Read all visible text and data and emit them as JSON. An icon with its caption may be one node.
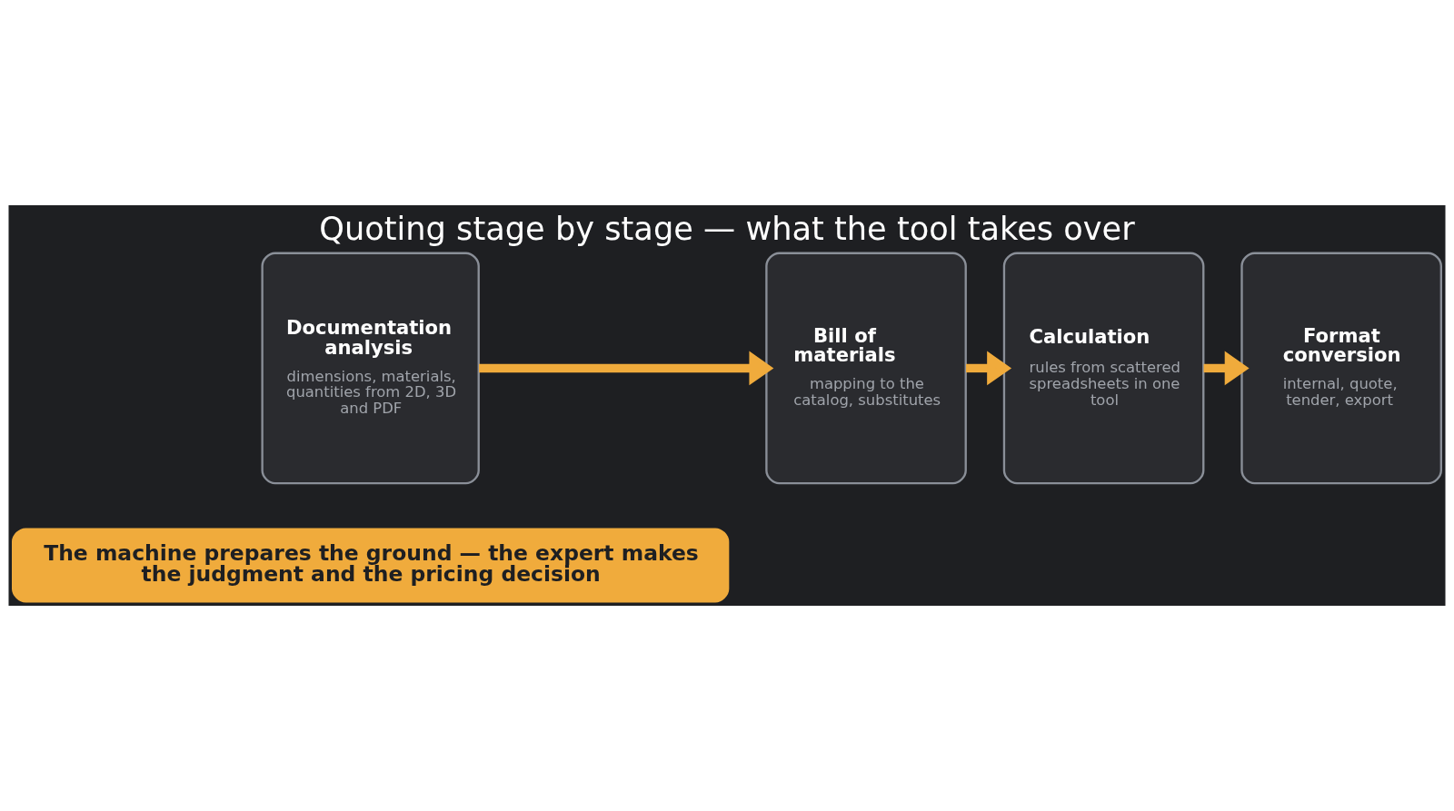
{
  "diagram": {
    "title": "Quoting stage by stage — what the tool takes over",
    "nodes": [
      {
        "text": [
          "Documentation analysis",
          "dimensions, materials, quantities from 2D, 3D and PDF"
        ]
      },
      {
        "text": [
          "Bill of materials",
          "mapping to the catalog, substitutes"
        ]
      },
      {
        "text": [
          "Calculation",
          "rules from scattered spreadsheets in one tool"
        ]
      },
      {
        "text": [
          "Format conversion",
          "internal, quote, tender, export"
        ]
      },
      {
        "text": [
          "The machine prepares the ground — the expert makes the judgment and the pricing decision"
        ]
      }
    ],
    "edges": [
      {
        "from": 0,
        "to": 1,
        "arrow": "to"
      },
      {
        "from": 1,
        "to": 2,
        "arrow": "to"
      },
      {
        "from": 2,
        "to": 3,
        "arrow": "to"
      }
    ]
  }
}
